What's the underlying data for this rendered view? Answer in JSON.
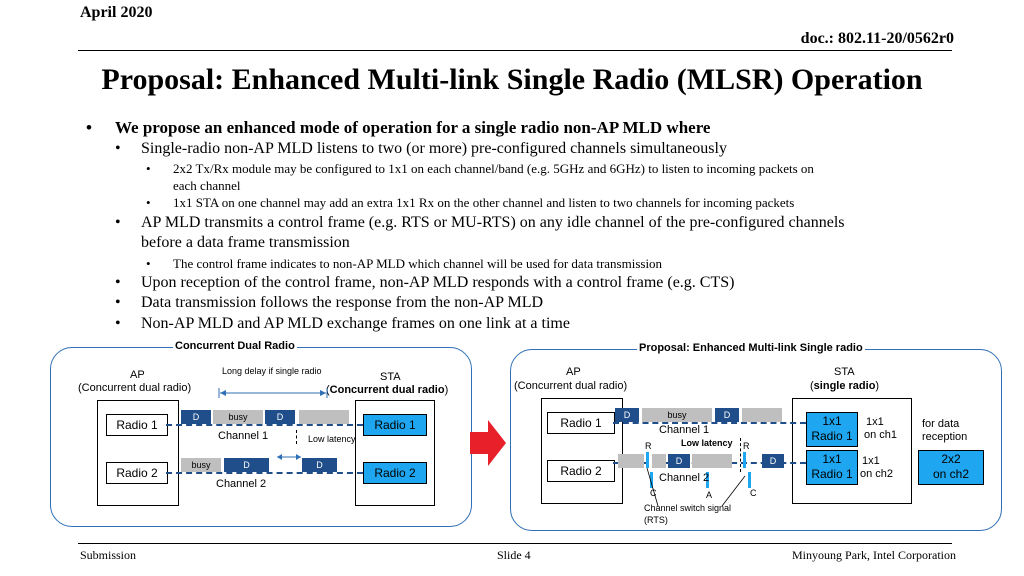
{
  "header": {
    "date": "April 2020",
    "doc": "doc.: 802.11-20/0562r0"
  },
  "title": "Proposal: Enhanced Multi-link Single Radio (MLSR) Operation",
  "bullets": {
    "b1": "We propose an enhanced mode of operation for a single radio non-AP MLD where",
    "b1_1": "Single-radio non-AP MLD listens to two (or more) pre-configured channels simultaneously",
    "b1_1_1a": "2x2 Tx/Rx module may be configured to 1x1 on each channel/band (e.g. 5GHz and 6GHz) to listen to incoming packets on",
    "b1_1_1b": "each channel",
    "b1_1_2": "1x1 STA on one channel may add an extra 1x1 Rx on the other channel and listen to two channels for incoming packets",
    "b1_2a": "AP MLD transmits a control frame (e.g. RTS or MU-RTS) on any idle channel of the pre-configured channels",
    "b1_2b": "before a data frame transmission",
    "b1_2_1": "The control frame indicates to non-AP MLD which channel will be used for data transmission",
    "b1_3": "Upon reception of the control frame, non-AP MLD responds with a control frame (e.g. CTS)",
    "b1_4": "Data transmission follows the response from the non-AP MLD",
    "b1_5": "Non-AP MLD and AP MLD exchange frames on one link at a time"
  },
  "left_panel": {
    "title": "Concurrent Dual Radio",
    "ap_label": "AP",
    "ap_sub": "(Concurrent dual radio)",
    "sta_label": "STA",
    "sta_sub_open": "(",
    "sta_sub_bold": "Concurrent dual radio",
    "sta_sub_close": ")",
    "long_delay": "Long delay if single radio",
    "low_latency": "Low latency",
    "radio1": "Radio 1",
    "radio2": "Radio 2",
    "sta_radio1": "Radio 1",
    "sta_radio2": "Radio 2",
    "channel1": "Channel 1",
    "channel2": "Channel 2",
    "busy1": "busy",
    "busy2": "busy",
    "d": "D"
  },
  "right_panel": {
    "title": "Proposal: Enhanced Multi-link Single radio",
    "ap_label": "AP",
    "ap_sub": "(Concurrent dual radio)",
    "sta_label": "STA",
    "sta_sub_open": "(",
    "sta_sub_bold": "single radio",
    "sta_sub_close": ")",
    "radio1": "Radio 1",
    "radio2": "Radio 2",
    "channel1": "Channel 1",
    "channel2": "Channel 2",
    "low_latency": "Low latency",
    "busy": "busy",
    "d": "D",
    "r": "R",
    "c": "C",
    "a": "A",
    "switch_signal_1": "Channel switch signal",
    "switch_signal_2": "(RTS)",
    "sta_1x1_top": "1x1",
    "sta_radio1_top": "Radio 1",
    "sta_1x1_bot": "1x1",
    "sta_radio1_bot": "Radio 1",
    "on_ch1_a": "1x1",
    "on_ch1_b": "on ch1",
    "on_ch2_a": "1x1",
    "on_ch2_b": "on ch2",
    "for_data_a": "for data",
    "for_data_b": "reception",
    "twox2_a": "2x2",
    "twox2_b": "on ch2"
  },
  "colors": {
    "accent_blue": "#1ea7f0",
    "dark_blue": "#1f4e8a",
    "arrow_red": "#e8202a",
    "panel_border": "#2f6fb5"
  },
  "footer": {
    "left": "Submission",
    "center": "Slide 4",
    "right": "Minyoung Park, Intel Corporation"
  }
}
